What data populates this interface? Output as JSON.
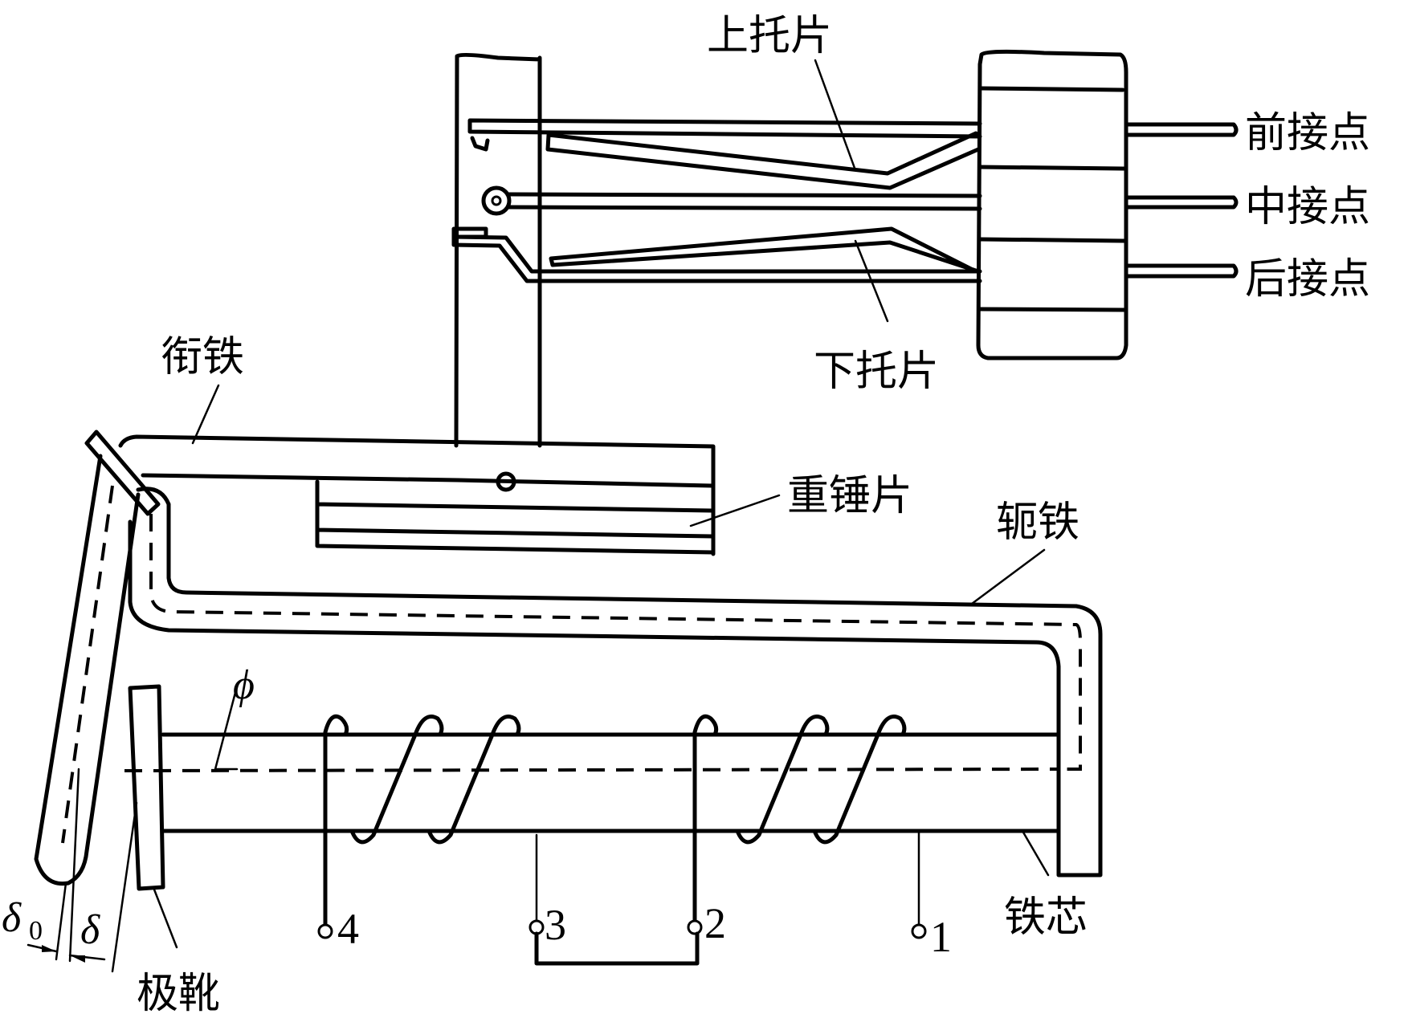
{
  "title": "继电器结构示意图",
  "labels": {
    "upper_bracket": "上托片",
    "lower_bracket": "下托片",
    "front_contact": "前接点",
    "middle_contact": "中接点",
    "back_contact": "后接点",
    "armature": "衔铁",
    "weight_plate": "重锤片",
    "yoke": "轭铁",
    "core": "铁芯",
    "pole_shoe": "极靴",
    "flux": "ϕ",
    "gap_initial": "δ",
    "gap_initial_sub": "0",
    "gap": "δ"
  },
  "terminals": [
    {
      "id": "t4",
      "label": "4"
    },
    {
      "id": "t3",
      "label": "3"
    },
    {
      "id": "t2",
      "label": "2"
    },
    {
      "id": "t1",
      "label": "1"
    }
  ],
  "notes": {
    "jumper": "terminals 3 and 2 connected"
  }
}
